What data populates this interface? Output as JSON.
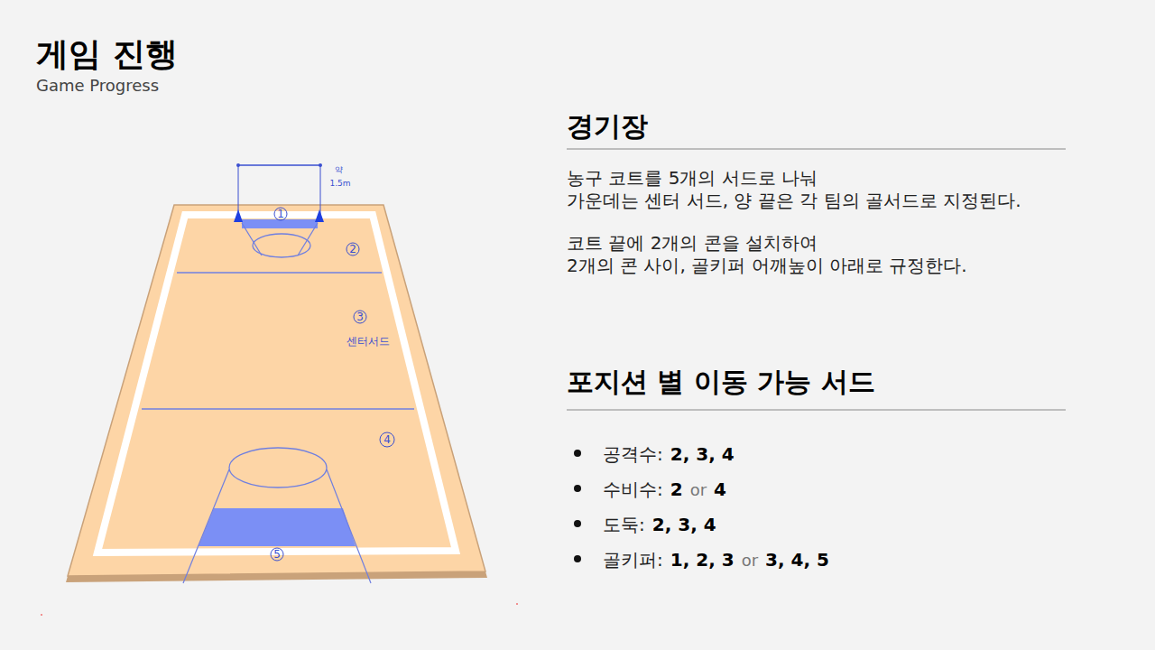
{
  "diagram": {
    "title": "게임 진행",
    "labels": [
      "Game Progress",
      "경기장",
      "농구 코트를 5개의 서드로 나눠",
      "가운데는 센터 서드, 양 끝은 각 팀의 골서드로 지정된다.",
      "코트 끝에 2개의 콘을 설치하여",
      "2개의 콘 사이, 골키퍼 어깨높이 아래로 규정한다.",
      "포지션 별 이동 가능 서드",
      "공격수:",
      "2, 3, 4",
      "수비수:",
      "2",
      "or",
      "4",
      "도둑:",
      "2, 3, 4",
      "골키퍼:",
      "1, 2, 3",
      "or",
      "3, 4, 5",
      "1",
      "2",
      "3",
      "센터서드",
      "4",
      "5",
      "약",
      "1.5m"
    ]
  }
}
